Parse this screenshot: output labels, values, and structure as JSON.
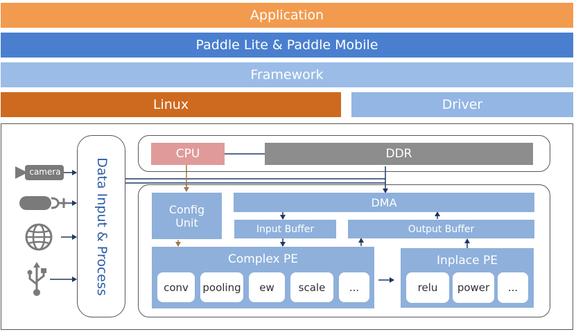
{
  "layers": {
    "application": "Application",
    "paddle": "Paddle Lite & Paddle Mobile",
    "framework": "Framework",
    "linux": "Linux",
    "driver": "Driver"
  },
  "inputs": {
    "camera": "camera",
    "icons": [
      "camera-icon",
      "microphone-icon",
      "globe-icon",
      "usb-icon"
    ]
  },
  "data_input": "Data Input & Process",
  "blocks": {
    "cpu": "CPU",
    "ddr": "DDR",
    "config_unit": "Config Unit",
    "dma": "DMA",
    "input_buffer": "Input Buffer",
    "output_buffer": "Output Buffer",
    "complex_pe": "Complex PE",
    "complex_ops": [
      "conv",
      "pooling",
      "ew",
      "scale",
      "..."
    ],
    "inplace_pe": "Inplace PE",
    "inplace_ops": [
      "relu",
      "power",
      "..."
    ]
  },
  "colors": {
    "application": "#f29b4f",
    "paddle": "#4a7fcf",
    "framework": "#9bbce6",
    "linux": "#cd6a1f",
    "driver": "#93b6e4",
    "cpu": "#e09a9a",
    "ddr": "#8d8d8d",
    "block": "#8eb0db",
    "arrow": "#1f3864",
    "cpu_arrow": "#a0784a"
  }
}
